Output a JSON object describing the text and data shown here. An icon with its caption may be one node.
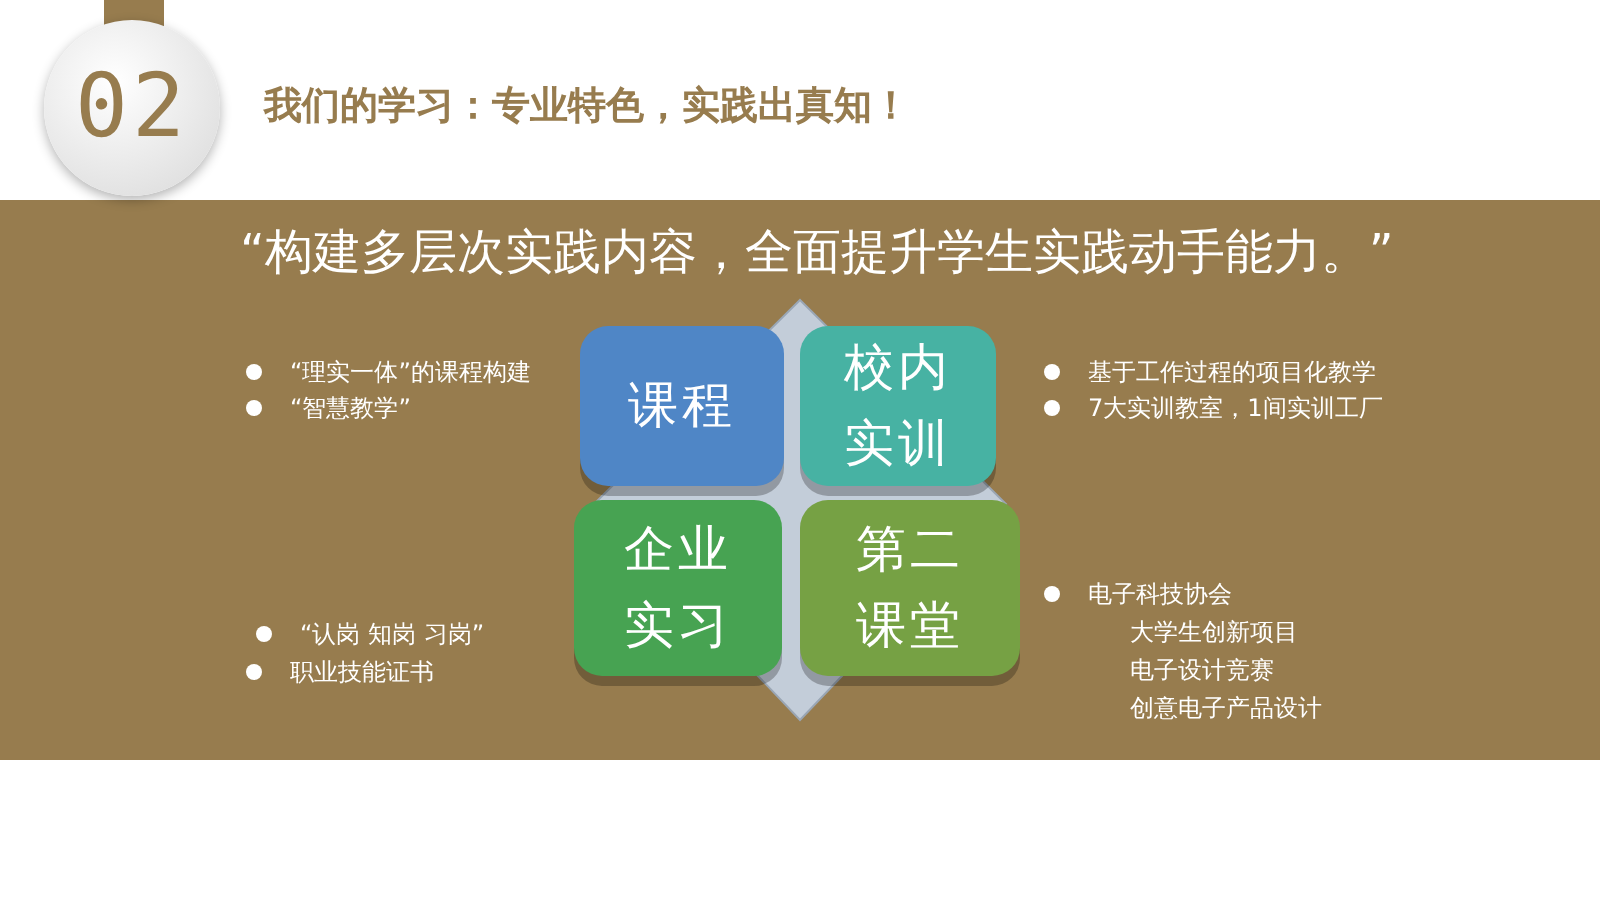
{
  "diagram": {
    "title": "我们的学习：专业特色，实践出真知！",
    "nodes": [
      {
        "text": [
          "02"
        ]
      },
      {
        "text": [
          "课程"
        ]
      },
      {
        "text": [
          "校内实训"
        ]
      },
      {
        "text": [
          "企业实习"
        ]
      },
      {
        "text": [
          "第二课堂"
        ]
      }
    ],
    "labels": [
      "“构建多层次实践内容，全面提升学生实践动手能力。”",
      "“理实一体”的课程构建",
      "“智慧教学”",
      "基于工作过程的项目化教学",
      "7大实训教室，1间实训工厂",
      "“认岗 知岗 习岗”",
      "职业技能证书",
      "电子科技协会",
      "大学生创新项目",
      "电子设计竞赛",
      "创意电子产品设计"
    ]
  }
}
